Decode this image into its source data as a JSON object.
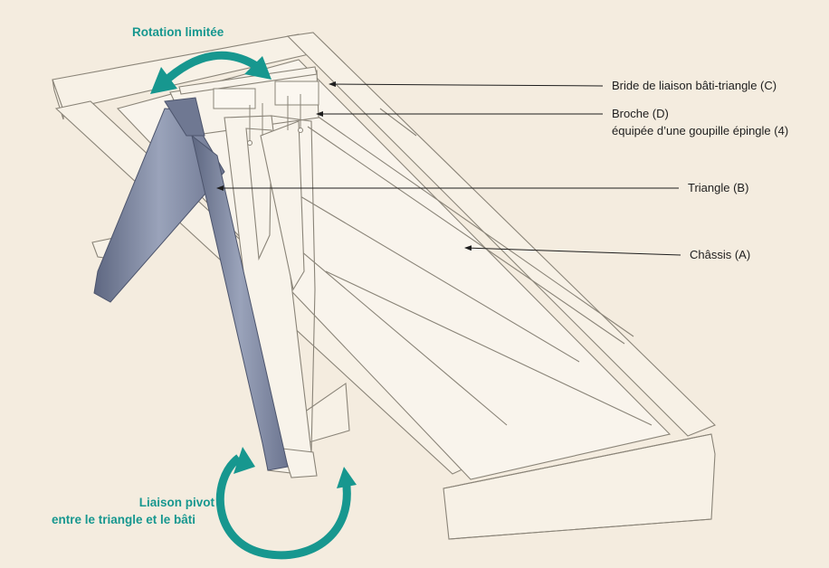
{
  "annotations": {
    "rotation": "Rotation limitée",
    "bride": "Bride de liaison bâti-triangle (C)",
    "broche_line1": "Broche (D)",
    "broche_line2": "équipée d’une goupille épingle (4)",
    "triangle": "Triangle (B)",
    "chassis": "Châssis (A)",
    "pivot_line1": "Liaison pivot",
    "pivot_line2": "entre le triangle et le bâti"
  },
  "colors": {
    "background": "#f4ecdf",
    "accent": "#17978f",
    "beam": "#6f7892",
    "outline": "#8a8478"
  },
  "icons": [
    "curved-double-arrow-icon",
    "circular-arrow-icon"
  ]
}
